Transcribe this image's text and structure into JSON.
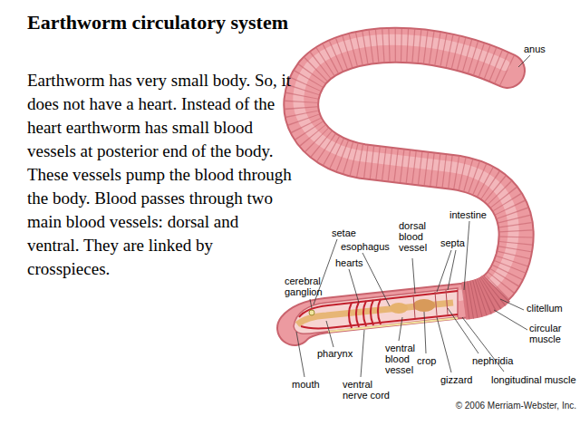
{
  "diagram": {
    "title": "Earthworm circulatory system",
    "labels": [
      "Earthworm has very small body. So, it does not have a heart. Instead of the heart earthworm has small blood vessels at posterior end of the body. These vessels pump the blood through the body. Blood passes through two main blood vessels: dorsal and ventral. They are linked by crosspieces.",
      "anus",
      "intestine",
      "setae",
      "dorsal blood vessel",
      "esophagus",
      "septa",
      "hearts",
      "cerebral ganglion",
      "clitellum",
      "circular muscle",
      "nephridia",
      "crop",
      "pharynx",
      "ventral blood vessel",
      "gizzard",
      "longitudinal muscle",
      "mouth",
      "ventral nerve cord",
      "© 2006 Merriam-Webster, Inc."
    ]
  }
}
